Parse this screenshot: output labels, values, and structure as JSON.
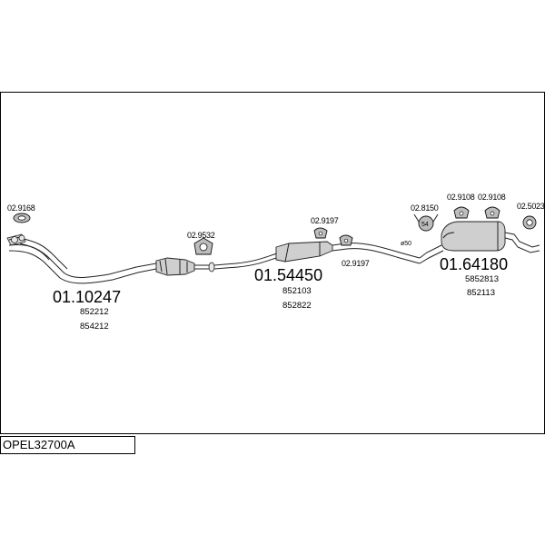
{
  "diagram_code": "OPEL32700A",
  "parts": {
    "front_pipe": {
      "number": "01.10247",
      "refs": [
        "852212",
        "854212"
      ]
    },
    "middle_silencer": {
      "number": "01.54450",
      "refs": [
        "852103",
        "852822"
      ]
    },
    "rear_silencer": {
      "number": "01.64180",
      "refs": [
        "5852813",
        "852113"
      ]
    }
  },
  "hardware": {
    "hw_9168": "02.9168",
    "hw_9532": "02.9532",
    "hw_9197_top": "02.9197",
    "hw_9197_low": "02.9197",
    "hw_8150": "02.8150",
    "hw_9108_a": "02.9108",
    "hw_9108_b": "02.9108",
    "hw_5023": "02.5023"
  },
  "markings": {
    "diameter": "ø50",
    "clamp_size": "54"
  }
}
